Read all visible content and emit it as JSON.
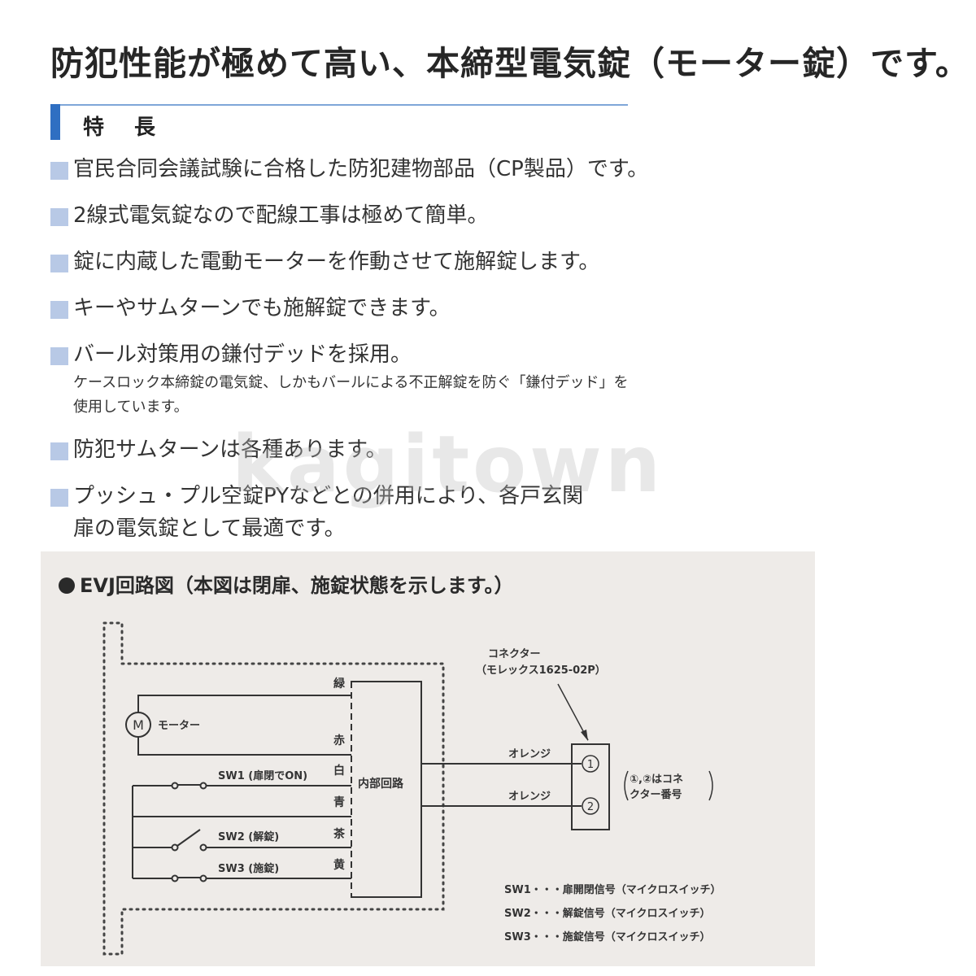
{
  "headline": "防犯性能が極めて高い、本締型電気錠（モーター錠）です。",
  "section_title": "特 長",
  "features": [
    {
      "text": "官民合同会議試験に合格した防犯建物部品（CP製品）です。"
    },
    {
      "text": "2線式電気錠なので配線工事は極めて簡単。"
    },
    {
      "text": "錠に内蔵した電動モーターを作動させて施解錠します。"
    },
    {
      "text": "キーやサムターンでも施解錠できます。"
    },
    {
      "text": "バール対策用の鎌付デッドを採用。",
      "sub": "ケースロック本締錠の電気錠、しかもバールによる不正解錠を防ぐ「鎌付デッド」を使用しています。"
    },
    {
      "text": "防犯サムターンは各種あります。"
    },
    {
      "text": "プッシュ・プル空錠PYなどとの併用により、各戸玄関",
      "text2": "扉の電気錠として最適です。"
    }
  ],
  "watermark": "kagitown",
  "diagram": {
    "title": "EVJ回路図（本図は閉扉、施錠状態を示します。）",
    "motor_symbol": "M",
    "motor_label": "モーター",
    "wire_colors": [
      "緑",
      "赤",
      "白",
      "青",
      "茶",
      "黄"
    ],
    "switches": [
      "SW1 (扉閉でON)",
      "SW2 (解錠)",
      "SW3 (施錠)"
    ],
    "internal_circuit": "内部回路",
    "connector_label": "コネクター",
    "connector_model": "（モレックス1625-02P）",
    "wire_label": "オレンジ",
    "pins": [
      "①",
      "②"
    ],
    "connector_note_line1": "①,②はコネ",
    "connector_note_line2": "クター番号",
    "legend": [
      "SW1・・・扉開閉信号（マイクロスイッチ）",
      "SW2・・・解錠信号（マイクロスイッチ）",
      "SW3・・・施錠信号（マイクロスイッチ）"
    ]
  },
  "colors": {
    "accent_blue": "#2f6fc2",
    "bullet_square": "#b8c9e6",
    "diagram_bg": "#eeebe8"
  }
}
